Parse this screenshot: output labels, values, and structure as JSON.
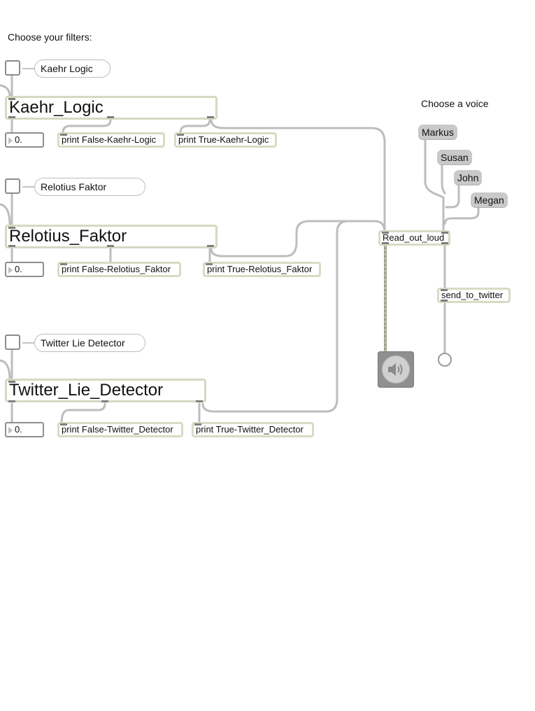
{
  "header": {
    "choose_filters": "Choose your filters:",
    "choose_voice": "Choose a voice"
  },
  "filters": [
    {
      "comment": "Kaehr Logic",
      "object": "Kaehr_Logic",
      "number": "0.",
      "print_false": "print False-Kaehr-Logic",
      "print_true": "print True-Kaehr-Logic"
    },
    {
      "comment": "Relotius Faktor",
      "object": "Relotius_Faktor",
      "number": "0.",
      "print_false": "print False-Relotius_Faktor",
      "print_true": "print True-Relotius_Faktor"
    },
    {
      "comment": "Twitter Lie Detector",
      "object": "Twitter_Lie_Detector",
      "number": "0.",
      "print_false": "print False-Twitter_Detector",
      "print_true": "print True-Twitter_Detector"
    }
  ],
  "voices": [
    "Markus",
    "Susan",
    "John",
    "Megan"
  ],
  "read_out_loud": "Read_out_loud",
  "send_to_twitter": "send_to_twitter",
  "icons": {
    "speaker": "speaker-icon",
    "bang": "bang-button-icon"
  },
  "colors": {
    "object_border": "#d6d8c2",
    "wire": "#b9b9b9",
    "signal_wire": "#c9c84a",
    "message_fill": "#c9c9c9"
  }
}
